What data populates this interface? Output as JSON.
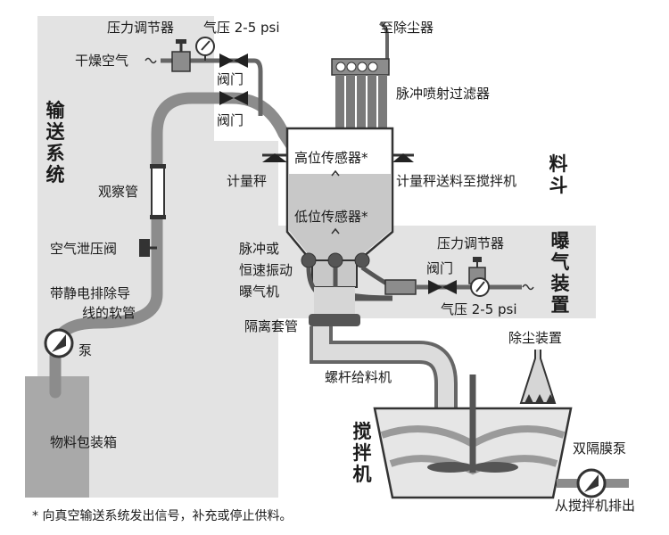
{
  "sections": {
    "conveying": "输送系统",
    "hopper": "料斗",
    "aeration": "曝气装置",
    "mixer": "搅拌机"
  },
  "labels": {
    "pressure_regulator_top": "压力调节器",
    "air_pressure_top": "气压 2-5 psi",
    "dry_air": "干燥空气",
    "valve_1": "阀门",
    "valve_2": "阀门",
    "to_dust_collector": "至除尘器",
    "pulse_jet_filter": "脉冲喷射过滤器",
    "load_cell_left": "计量秤",
    "load_cell_right": "计量秤送料至搅拌机",
    "high_level_sensor": "高位传感器*",
    "low_level_sensor": "低位传感器*",
    "sight_glass": "观察管",
    "air_relief_valve": "空气泄压阀",
    "static_hose": "带静电排除导",
    "static_hose_2": "线的软管",
    "pump": "泵",
    "bag_box": "物料包装箱",
    "pulse_or": "脉冲或",
    "constant_vib": "恒速振动",
    "aerator": "曝气机",
    "pressure_regulator_right": "压力调节器",
    "valve_3": "阀门",
    "air_pressure_right": "气压 2-5 psi",
    "isolation_sleeve": "隔离套管",
    "screw_feeder": "螺杆给料机",
    "dust_device": "除尘装置",
    "diaphragm_pump": "双隔膜泵",
    "discharge": "从搅拌机排出"
  },
  "footnote": "* 向真空输送系统发出信号，补充或停止供料。",
  "colors": {
    "panel": "#e3e3e3",
    "pipe": "#8c8c8c",
    "dark": "#333333",
    "box": "#a9a9a9",
    "hopper_fill": "#c8c8c8"
  }
}
